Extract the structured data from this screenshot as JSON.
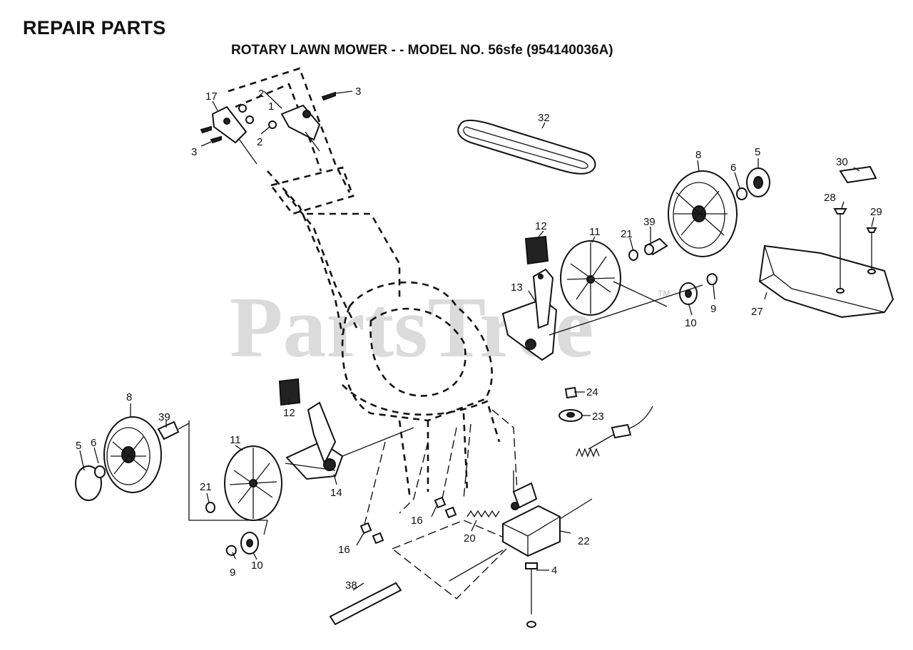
{
  "header": {
    "title": "REPAIR PARTS",
    "subtitle": "ROTARY LAWN MOWER - - MODEL NO. 56sfe (954140036A)"
  },
  "watermark": {
    "text": "PartsTree",
    "trademark": "TM"
  },
  "callouts": {
    "c1": "1",
    "c2a": "2",
    "c2b": "2",
    "c3a": "3",
    "c3b": "3",
    "c17": "17",
    "c32": "32",
    "c8r": "8",
    "c5r": "5",
    "c6r": "6",
    "c30": "30",
    "c28": "28",
    "c29": "29",
    "c27": "27",
    "c12r": "12",
    "c11r": "11",
    "c21r": "21",
    "c39r": "39",
    "c13": "13",
    "c9r": "9",
    "c10r": "10",
    "c8l": "8",
    "c39l": "39",
    "c5l": "5",
    "c6l": "6",
    "c11l": "11",
    "c12l": "12",
    "c14": "14",
    "c21l": "21",
    "c9l": "9",
    "c10l": "10",
    "c24": "24",
    "c23": "23",
    "c16a": "16",
    "c16b": "16",
    "c20": "20",
    "c22": "22",
    "c4": "4",
    "c38": "38"
  }
}
